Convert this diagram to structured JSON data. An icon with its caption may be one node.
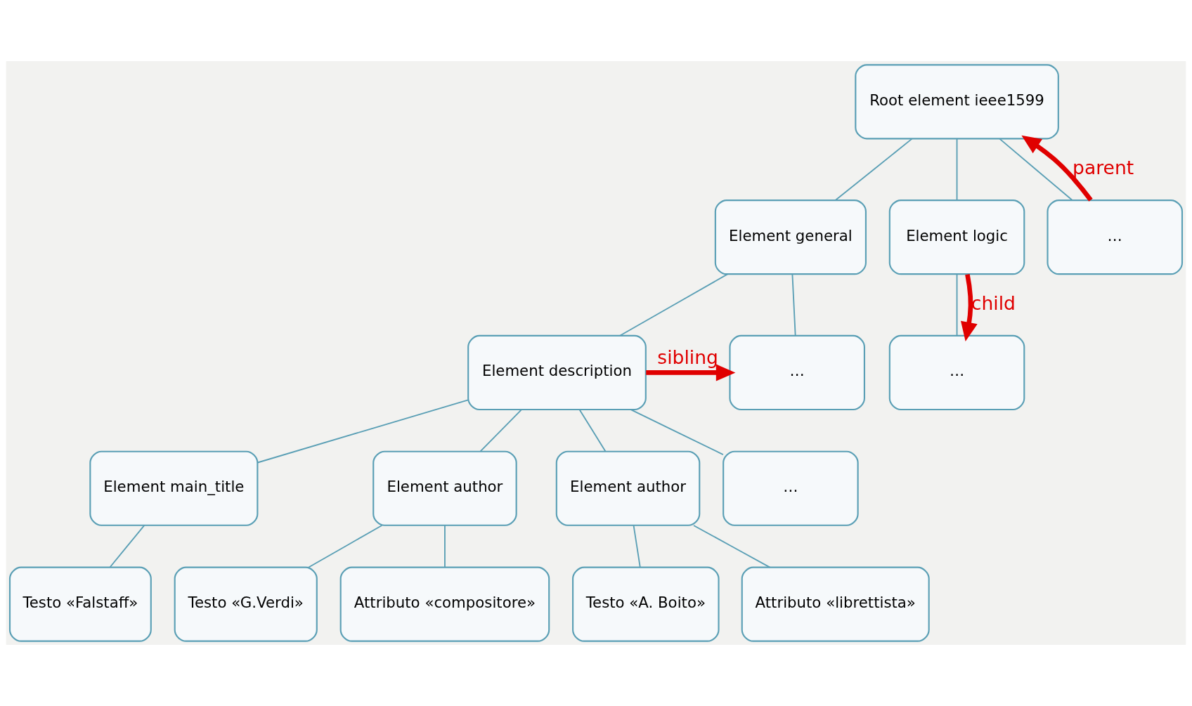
{
  "diagram": {
    "nodes": [
      {
        "text": [
          "Root element ieee1599"
        ]
      },
      {
        "text": [
          "Element general"
        ]
      },
      {
        "text": [
          "Element logic"
        ]
      },
      {
        "text": [
          "…"
        ]
      },
      {
        "text": [
          "Element description"
        ]
      },
      {
        "text": [
          "…"
        ]
      },
      {
        "text": [
          "…"
        ]
      },
      {
        "text": [
          "Element main_title"
        ]
      },
      {
        "text": [
          "Element author"
        ]
      },
      {
        "text": [
          "Element author"
        ]
      },
      {
        "text": [
          "…"
        ]
      },
      {
        "text": [
          "Testo «Falstaff»"
        ]
      },
      {
        "text": [
          "Testo «G.Verdi»"
        ]
      },
      {
        "text": [
          "Attributo «compositore»"
        ]
      },
      {
        "text": [
          "Testo «A. Boito»"
        ]
      },
      {
        "text": [
          "Attributo «librettista»"
        ]
      }
    ],
    "edges": [
      {
        "from": 0,
        "to": 1,
        "arrow": "none"
      },
      {
        "from": 0,
        "to": 2,
        "arrow": "none"
      },
      {
        "from": 0,
        "to": 3,
        "arrow": "none"
      },
      {
        "from": 1,
        "to": 4,
        "arrow": "none"
      },
      {
        "from": 1,
        "to": 5,
        "arrow": "none"
      },
      {
        "from": 2,
        "to": 6,
        "arrow": "none"
      },
      {
        "from": 4,
        "to": 7,
        "arrow": "none"
      },
      {
        "from": 4,
        "to": 8,
        "arrow": "none"
      },
      {
        "from": 4,
        "to": 9,
        "arrow": "none"
      },
      {
        "from": 4,
        "to": 10,
        "arrow": "none"
      },
      {
        "from": 7,
        "to": 11,
        "arrow": "none"
      },
      {
        "from": 8,
        "to": 12,
        "arrow": "none"
      },
      {
        "from": 8,
        "to": 13,
        "arrow": "none"
      },
      {
        "from": 9,
        "to": 14,
        "arrow": "none"
      },
      {
        "from": 9,
        "to": 15,
        "arrow": "none"
      },
      {
        "from": 3,
        "to": 0,
        "arrow": "to",
        "label": "parent",
        "style": "thick",
        "color": "#e00000"
      },
      {
        "from": 2,
        "to": 6,
        "arrow": "to",
        "label": "child",
        "style": "thick",
        "color": "#e00000"
      },
      {
        "from": 4,
        "to": 5,
        "arrow": "to",
        "label": "sibling",
        "style": "thick",
        "color": "#e00000"
      }
    ]
  }
}
